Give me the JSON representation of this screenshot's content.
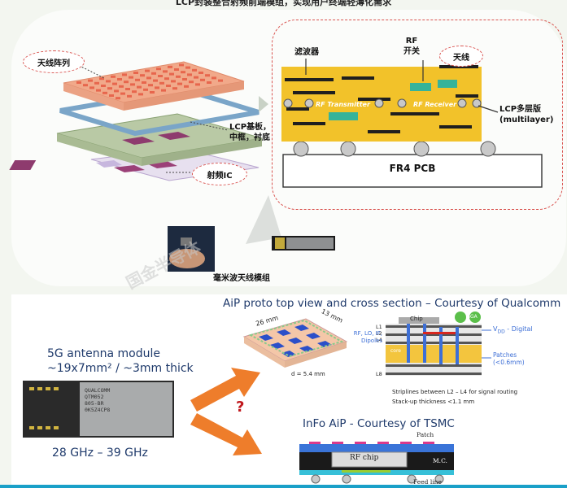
{
  "title": "LCP封装整合射频前端模组，实现用户终端轻薄化需求",
  "top": {
    "callouts": {
      "array": "天线阵列",
      "rfic": "射频IC",
      "antenna": "天线"
    },
    "labels": {
      "substrate": "LCP基板，中框，衬底",
      "filter": "滤波器",
      "rf_switch_line1": "RF",
      "rf_switch_line2": "开关",
      "rf_transmitter": "RF Transmitter",
      "rf_receiver": "RF Receiver",
      "lcp_multilayer_line1": "LCP多层版",
      "lcp_multilayer_line2": "(multilayer)",
      "pcb": "FR4 PCB",
      "mmwave_module": "毫米波天线模组"
    },
    "watermark": "国金半导体"
  },
  "bottom": {
    "antenna_line1": "5G antenna module",
    "antenna_line2": "~19x7mm² / ~3mm thick",
    "frequency": "28 GHz – 39 GHz",
    "chip_markings": [
      "QUALCOMM",
      "QTM052",
      "805-BR",
      "0K5Z4CP8"
    ],
    "question_mark": "?",
    "aip_title": "AiP proto top view and cross section – Courtesy of Qualcomm",
    "dim_26": "26 mm",
    "dim_13": "13 mm",
    "dim_d": "d = 5.4 mm",
    "layers": [
      "L1",
      "L2",
      "L4",
      "L8"
    ],
    "chip_label": "Chip",
    "bga_label": "BGA",
    "rf_lo_if_line1": "RF, LO, IF,",
    "rf_lo_if_line2": "Dipoles",
    "vdd_digital": "V",
    "vdd_sub": "DD",
    "vdd_suffix": " - Digital",
    "core_label": "core",
    "patches_line1": "Patches",
    "patches_line2": "(<0.6mm)",
    "striplines": "Striplines between L2 – L4 for signal routing",
    "stackup": "Stack-up thickness <1.1 mm",
    "info_title": "InFo AiP - Courtesy of TSMC",
    "patch": "Patch",
    "rf_chip": "RF chip",
    "mc": "M.C.",
    "feed_line": "Feed line"
  }
}
